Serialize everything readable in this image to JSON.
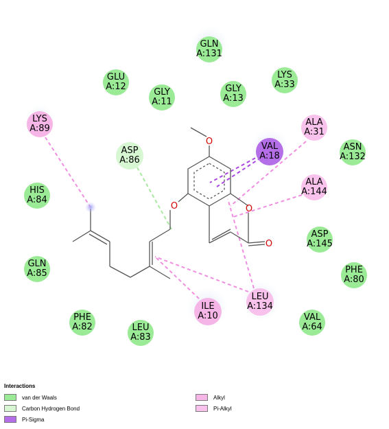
{
  "residues": [
    {
      "name": "GLN",
      "id": "A:131",
      "type": "vdw"
    },
    {
      "name": "GLU",
      "id": "A:12",
      "type": "vdw"
    },
    {
      "name": "LYS",
      "id": "A:33",
      "type": "vdw"
    },
    {
      "name": "GLY",
      "id": "A:11",
      "type": "vdw"
    },
    {
      "name": "GLY",
      "id": "A:13",
      "type": "vdw"
    },
    {
      "name": "LYS",
      "id": "A:89",
      "type": "alkyl"
    },
    {
      "name": "ALA",
      "id": "A:31",
      "type": "pialkyl"
    },
    {
      "name": "ASP",
      "id": "A:86",
      "type": "chb"
    },
    {
      "name": "VAL",
      "id": "A:18",
      "type": "pisigma"
    },
    {
      "name": "ASN",
      "id": "A:132",
      "type": "vdw"
    },
    {
      "name": "ALA",
      "id": "A:144",
      "type": "pialkyl"
    },
    {
      "name": "HIS",
      "id": "A:84",
      "type": "vdw"
    },
    {
      "name": "ASP",
      "id": "A:145",
      "type": "vdw"
    },
    {
      "name": "GLN",
      "id": "A:85",
      "type": "vdw"
    },
    {
      "name": "PHE",
      "id": "A:80",
      "type": "vdw"
    },
    {
      "name": "LEU",
      "id": "A:134",
      "type": "pialkyl"
    },
    {
      "name": "ILE",
      "id": "A:10",
      "type": "alkyl"
    },
    {
      "name": "PHE",
      "id": "A:82",
      "type": "vdw"
    },
    {
      "name": "LEU",
      "id": "A:83",
      "type": "vdw"
    },
    {
      "name": "VAL",
      "id": "A:64",
      "type": "vdw"
    }
  ],
  "atoms": {
    "oxygen": "O"
  },
  "legend": {
    "title": "Interactions",
    "items": [
      {
        "label": "van der Waals",
        "color": "#9aea96"
      },
      {
        "label": "Carbon Hydrogen Bond",
        "color": "#d7f7d3"
      },
      {
        "label": "Pi-Sigma",
        "color": "#b46ee8"
      },
      {
        "label": "Alkyl",
        "color": "#f5b5e6"
      },
      {
        "label": "Pi-Alkyl",
        "color": "#f8c2ec"
      }
    ]
  },
  "colors": {
    "vdw": "#9aea96",
    "chb": "#d7f7d3",
    "pisigma": "#b46ee8",
    "alkyl": "#f5b5e6",
    "pialkyl": "#f8c2ec",
    "bond": "#555555",
    "oxygen": "#d40000",
    "pink_line": "#f08ee0",
    "purple_line": "#a848e0",
    "green_line": "#a8e8a0"
  }
}
